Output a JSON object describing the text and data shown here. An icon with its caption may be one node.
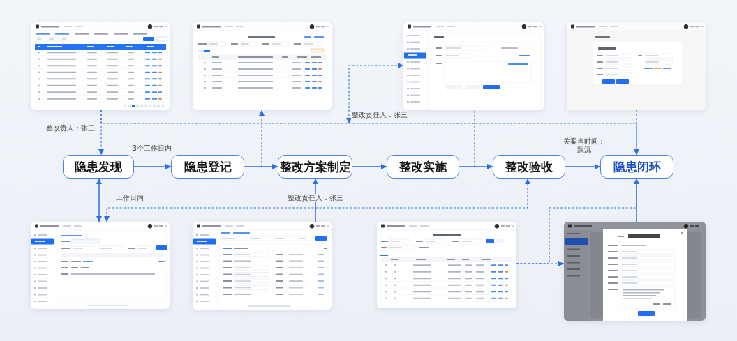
{
  "diagram": {
    "nodes": [
      {
        "text": [],
        "shape": "picture"
      },
      {
        "text": [],
        "shape": "picture"
      },
      {
        "text": [],
        "shape": "picture"
      },
      {
        "text": [],
        "shape": "picture"
      },
      {
        "text": [
          "隐患发现"
        ]
      },
      {
        "text": [
          "隐患登记"
        ]
      },
      {
        "text": [
          "整改方案制定"
        ]
      },
      {
        "text": [
          "整改实施"
        ]
      },
      {
        "text": [
          "整改验收"
        ]
      },
      {
        "text": [
          "隐患闭环"
        ]
      },
      {
        "text": [],
        "shape": "picture"
      },
      {
        "text": [],
        "shape": "picture"
      },
      {
        "text": [],
        "shape": "picture"
      },
      {
        "text": [],
        "shape": "picture"
      }
    ],
    "edges": [
      {
        "from": 4,
        "to": 5,
        "arrow": "to",
        "label": "3个工作日内"
      },
      {
        "from": 5,
        "to": 6,
        "arrow": "to"
      },
      {
        "from": 6,
        "to": 7,
        "arrow": "to"
      },
      {
        "from": 7,
        "to": 8,
        "arrow": "to"
      },
      {
        "from": 8,
        "to": 9,
        "arrow": "to",
        "label": "关案当时间：跟流"
      },
      {
        "from": 0,
        "to": 4,
        "arrow": "to",
        "style": "dashed",
        "label": "整改责人：张三"
      },
      {
        "from": 0,
        "to": 9,
        "arrow": "to",
        "style": "dashed"
      },
      {
        "from": 3,
        "to": 9,
        "arrow": "to",
        "style": "dashed"
      },
      {
        "from": null,
        "to": 2,
        "arrow": "both",
        "style": "dashed",
        "label": "整改责任人：张三"
      },
      {
        "from": null,
        "to": 1,
        "arrow": "to",
        "style": "dashed"
      },
      {
        "from": null,
        "to": 2,
        "arrow": "none",
        "style": "dashed"
      },
      {
        "from": 4,
        "to": 10,
        "arrow": "both",
        "label": "工作日内"
      },
      {
        "from": 10,
        "to": 8,
        "arrow": "both",
        "style": "dashed"
      },
      {
        "from": 11,
        "to": 6,
        "arrow": "to",
        "label": "整改责任人：张三"
      },
      {
        "from": 12,
        "to": 13,
        "arrow": "to",
        "style": "dashed"
      },
      {
        "from": 13,
        "to": 9,
        "arrow": "to"
      },
      {
        "from": 12,
        "to": 9,
        "arrow": "to",
        "style": "dashed"
      }
    ]
  }
}
